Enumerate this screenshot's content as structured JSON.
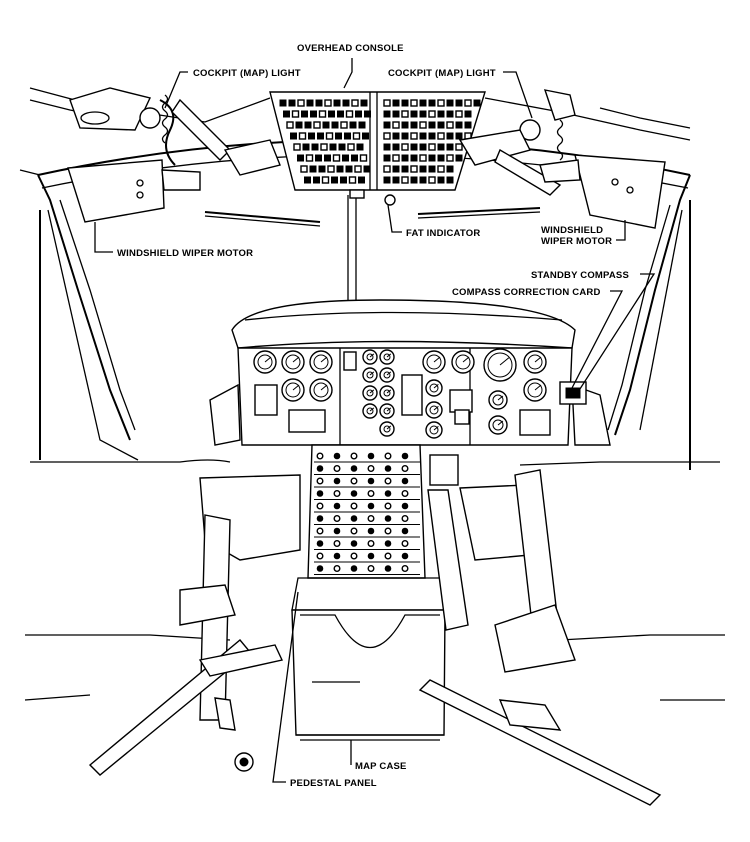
{
  "labels": {
    "overhead_console": "OVERHEAD CONSOLE",
    "cockpit_light_left": "COCKPIT (MAP) LIGHT",
    "cockpit_light_right": "COCKPIT (MAP) LIGHT",
    "fat_indicator": "FAT INDICATOR",
    "wiper_motor_left": "WINDSHIELD WIPER MOTOR",
    "wiper_motor_right_line1": "WINDSHIELD",
    "wiper_motor_right_line2": "WIPER MOTOR",
    "standby_compass": "STANDBY COMPASS",
    "compass_correction_card": "COMPASS CORRECTION CARD",
    "map_case": "MAP CASE",
    "pedestal_panel": "PEDESTAL PANEL"
  },
  "colors": {
    "ink": "#000000",
    "paper": "#ffffff"
  }
}
